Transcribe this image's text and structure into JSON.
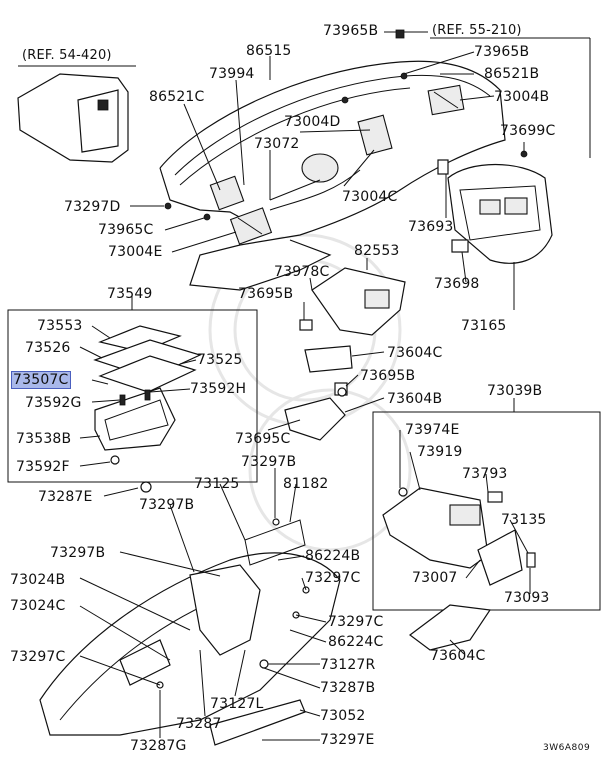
{
  "labels": {
    "ref_54_420": "(REF. 54-420)",
    "ref_55_210": "(REF. 55-210)",
    "p73965B_a": "73965B",
    "p86515": "86515",
    "p73965B_b": "73965B",
    "p73994": "73994",
    "p86521B": "86521B",
    "p86521C": "86521C",
    "p73004B": "73004B",
    "p73004D": "73004D",
    "p73699C": "73699C",
    "p73072": "73072",
    "p73004C": "73004C",
    "p73297D": "73297D",
    "p73965C": "73965C",
    "p73693": "73693",
    "p73004E": "73004E",
    "p82553": "82553",
    "p73978C": "73978C",
    "p73698": "73698",
    "p73549": "73549",
    "p73695B_a": "73695B",
    "p73165": "73165",
    "p73553": "73553",
    "p73526": "73526",
    "p73525": "73525",
    "p73604C_a": "73604C",
    "p73507C": "73507C",
    "p73592H": "73592H",
    "p73695B_b": "73695B",
    "p73592G": "73592G",
    "p73604B": "73604B",
    "p73039B": "73039B",
    "p73538B": "73538B",
    "p73695C": "73695C",
    "p73974E": "73974E",
    "p73592F": "73592F",
    "p73297B_a": "73297B",
    "p73919": "73919",
    "p73287E": "73287E",
    "p73125": "73125",
    "p81182": "81182",
    "p73793": "73793",
    "p73297B_b": "73297B",
    "p73135": "73135",
    "p73297B_c": "73297B",
    "p86224B": "86224B",
    "p73024B": "73024B",
    "p73297C_a": "73297C",
    "p73007": "73007",
    "p73093": "73093",
    "p73024C": "73024C",
    "p73297C_b": "73297C",
    "p86224C": "86224C",
    "p73604C_b": "73604C",
    "p73297C_c": "73297C",
    "p73127R": "73127R",
    "p73287B": "73287B",
    "p73127L": "73127L",
    "p73287": "73287",
    "p73052": "73052",
    "p73287G": "73287G",
    "p73297E": "73297E",
    "code": "3W6A809"
  },
  "colors": {
    "highlight": "#a9b8ea",
    "ink": "#111111"
  }
}
